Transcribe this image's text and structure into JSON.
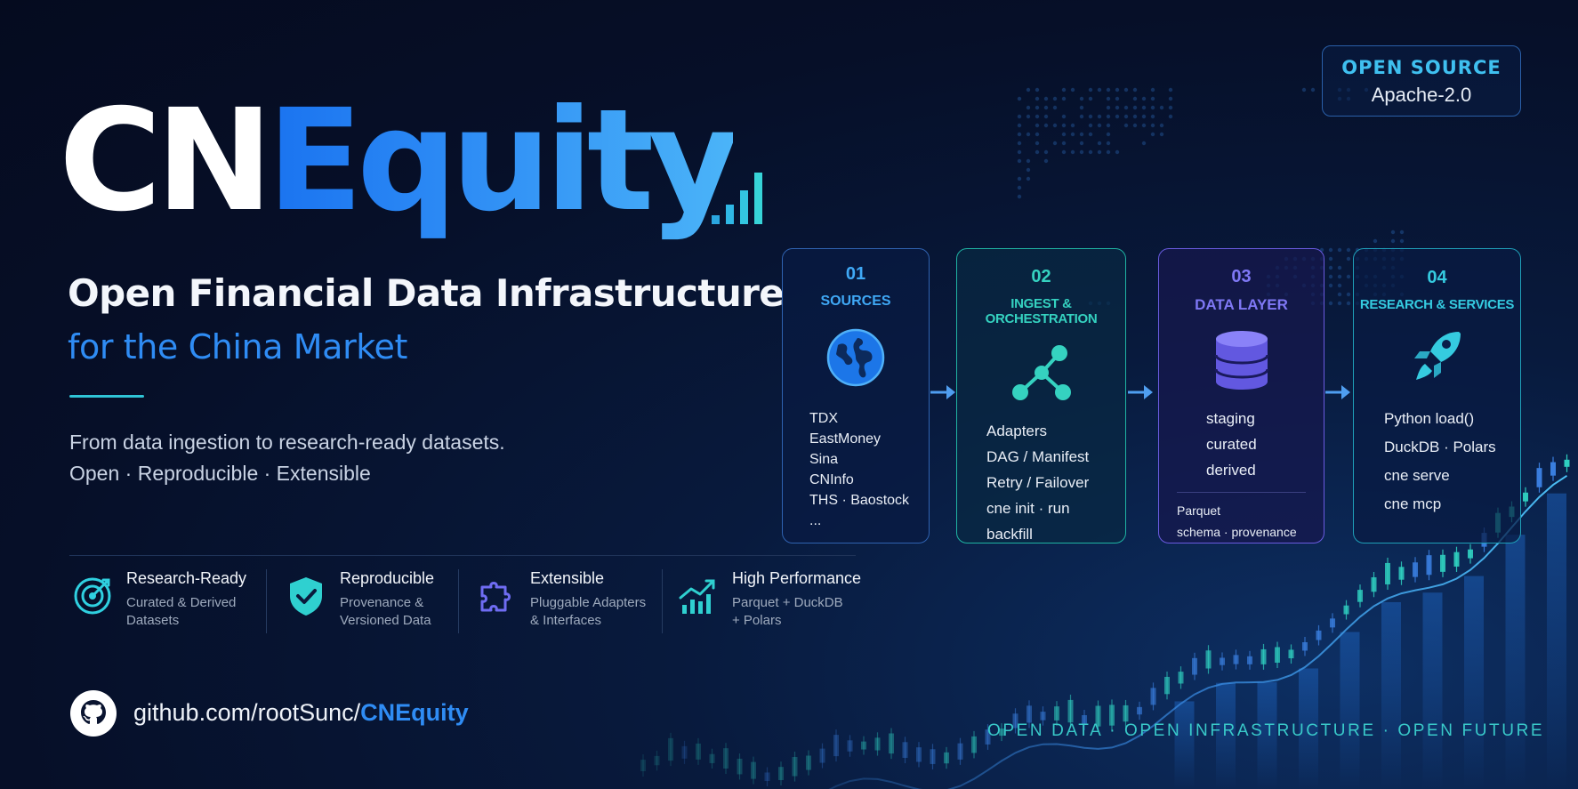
{
  "brand": {
    "name_part1": "CN",
    "name_part2": "Equity",
    "subtitle_line1": "Open Financial Data Infrastructure",
    "subtitle_line2": "for the China Market",
    "tagline_line1": "From data ingestion to research-ready datasets.",
    "tagline_line2": "Open · Reproducible · Extensible"
  },
  "license_badge": {
    "label": "OPEN SOURCE",
    "license": "Apache-2.0"
  },
  "pipeline": [
    {
      "number": "01",
      "title": "SOURCES",
      "icon": "globe-icon",
      "items": [
        "TDX",
        "EastMoney",
        "Sina",
        "CNInfo",
        "THS · Baostock",
        "..."
      ],
      "accent": "#3fa8f5"
    },
    {
      "number": "02",
      "title": "INGEST & ORCHESTRATION",
      "icon": "network-nodes-icon",
      "items": [
        "Adapters",
        "DAG / Manifest",
        "Retry / Failover",
        "cne init · run",
        "backfill"
      ],
      "accent": "#35d2c0"
    },
    {
      "number": "03",
      "title": "DATA LAYER",
      "icon": "database-icon",
      "items": [
        "staging",
        "curated",
        "derived"
      ],
      "footer_items": [
        "Parquet",
        "schema · provenance"
      ],
      "accent": "#7f78f5"
    },
    {
      "number": "04",
      "title": "RESEARCH & SERVICES",
      "icon": "rocket-icon",
      "items": [
        "Python load()",
        "DuckDB · Polars",
        "cne serve",
        "cne mcp"
      ],
      "accent": "#35cbe0"
    }
  ],
  "features": [
    {
      "title": "Research-Ready",
      "desc_line1": "Curated & Derived",
      "desc_line2": "Datasets",
      "icon": "target-icon",
      "color": "#2fd0e0"
    },
    {
      "title": "Reproducible",
      "desc_line1": "Provenance &",
      "desc_line2": "Versioned Data",
      "icon": "shield-check-icon",
      "color": "#2fd0d0"
    },
    {
      "title": "Extensible",
      "desc_line1": "Pluggable Adapters",
      "desc_line2": "& Interfaces",
      "icon": "puzzle-icon",
      "color": "#6f6cf2"
    },
    {
      "title": "High Performance",
      "desc_line1": "Parquet + DuckDB",
      "desc_line2": "+ Polars",
      "icon": "chart-growth-icon",
      "color": "#2fd0d0"
    }
  ],
  "github": {
    "icon": "github-icon",
    "link_prefix": "github.com/rootSunc/",
    "link_repo": "CNEquity"
  },
  "footer_tagline": "OPEN DATA · OPEN INFRASTRUCTURE · OPEN FUTURE"
}
